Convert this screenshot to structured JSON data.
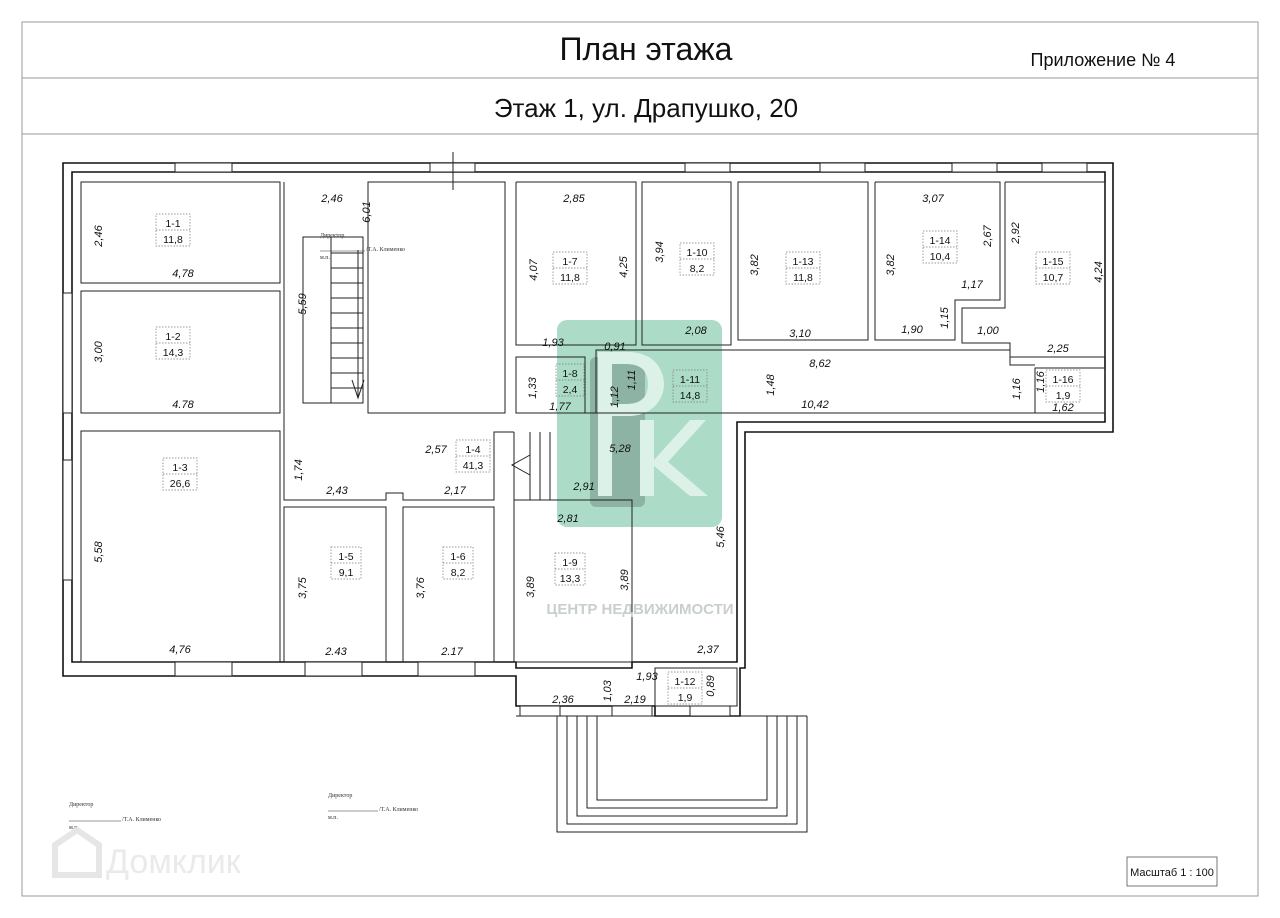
{
  "header": {
    "title": "План этажа",
    "appendix": "Приложение № 4",
    "subtitle": "Этаж 1, ул. Драпушко, 20"
  },
  "rooms": [
    {
      "id": "1-1",
      "area": "11,8"
    },
    {
      "id": "1-2",
      "area": "14,3"
    },
    {
      "id": "1-3",
      "area": "26,6"
    },
    {
      "id": "1-4",
      "area": "41,3"
    },
    {
      "id": "1-5",
      "area": "9,1"
    },
    {
      "id": "1-6",
      "area": "8,2"
    },
    {
      "id": "1-7",
      "area": "11,8"
    },
    {
      "id": "1-8",
      "area": "2,4"
    },
    {
      "id": "1-9",
      "area": "13,3"
    },
    {
      "id": "1-10",
      "area": "8,2"
    },
    {
      "id": "1-11",
      "area": "14,8"
    },
    {
      "id": "1-12",
      "area": "1,9"
    },
    {
      "id": "1-13",
      "area": "11,8"
    },
    {
      "id": "1-14",
      "area": "10,4"
    },
    {
      "id": "1-15",
      "area": "10,7"
    },
    {
      "id": "1-16",
      "area": "1,9"
    }
  ],
  "dimensions": [
    "2,46",
    "6,01",
    "2,46",
    "4,78",
    "5,59",
    "3,00",
    "4.78",
    "1,74",
    "2,57",
    "2,43",
    "2,17",
    "5,58",
    "4,76",
    "3,75",
    "2.43",
    "3,76",
    "2.17",
    "2,85",
    "4,07",
    "4,25",
    "1,93",
    "0,91",
    "1,33",
    "1,77",
    "1,11",
    "1,12",
    "5,28",
    "2,91",
    "2,81",
    "3,89",
    "3,89",
    "5,46",
    "2,37",
    "1,93",
    "0,89",
    "2,19",
    "2,36",
    "1,03",
    "3,94",
    "2,08",
    "3,82",
    "3,10",
    "8,62",
    "1,48",
    "10,42",
    "3,07",
    "3,82",
    "2,67",
    "2,92",
    "4,24",
    "1,17",
    "1,90",
    "1,15",
    "1,00",
    "2,25",
    "1,16",
    "1,16",
    "1,62"
  ],
  "signatures": {
    "role": "Директор",
    "name": "/Т.А. Клименко",
    "stamp": "м.п."
  },
  "scale": "Масштаб 1 : 100",
  "watermarks": {
    "agency_logo": "РК",
    "agency_text": "ЦЕНТР НЕДВИЖИМОСТИ",
    "portal": "Домклик"
  },
  "colors": {
    "watermark_green": "#9ed6bf",
    "watermark_dark": "#6f9a8a"
  }
}
